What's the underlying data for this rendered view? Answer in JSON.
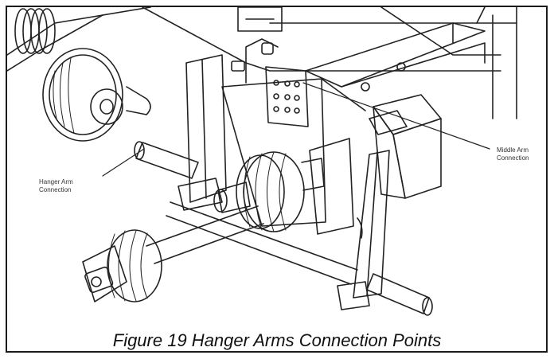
{
  "caption": "Figure 19 Hanger Arms Connection Points",
  "labels": {
    "hanger_line1": "Hanger Arm",
    "hanger_line2": "Connection",
    "middle_line1": "Middle Arm",
    "middle_line2": "Connection"
  }
}
